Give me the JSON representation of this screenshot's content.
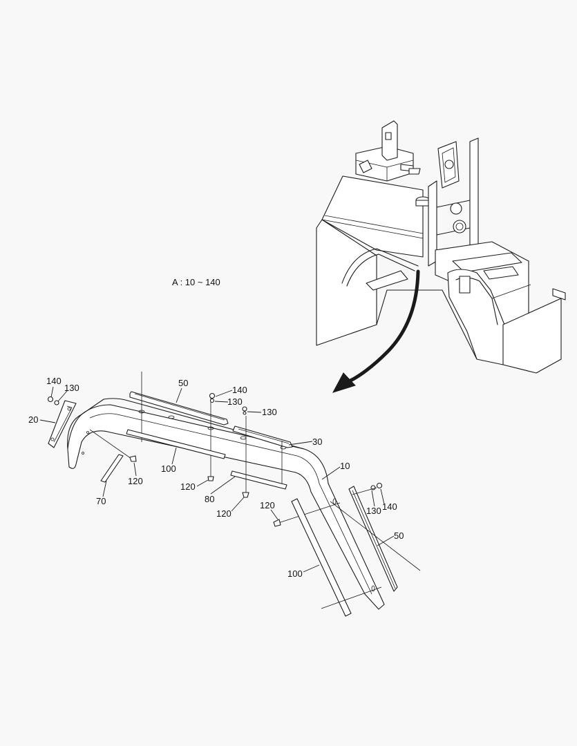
{
  "view_caption": "A : 10 ~ 140",
  "callouts": [
    {
      "id": "c140a",
      "text": "140"
    },
    {
      "id": "c130a",
      "text": "130"
    },
    {
      "id": "c20",
      "text": "20"
    },
    {
      "id": "c50a",
      "text": "50"
    },
    {
      "id": "c140b",
      "text": "140"
    },
    {
      "id": "c130b",
      "text": "130"
    },
    {
      "id": "c130c",
      "text": "130"
    },
    {
      "id": "c30",
      "text": "30"
    },
    {
      "id": "c120a",
      "text": "120"
    },
    {
      "id": "c100a",
      "text": "100"
    },
    {
      "id": "c70",
      "text": "70"
    },
    {
      "id": "c120b",
      "text": "120"
    },
    {
      "id": "c80",
      "text": "80"
    },
    {
      "id": "c120c",
      "text": "120"
    },
    {
      "id": "c10",
      "text": "10"
    },
    {
      "id": "c120d",
      "text": "120"
    },
    {
      "id": "c130d",
      "text": "130"
    },
    {
      "id": "c140c",
      "text": "140"
    },
    {
      "id": "c50b",
      "text": "50"
    },
    {
      "id": "c100b",
      "text": "100"
    }
  ]
}
